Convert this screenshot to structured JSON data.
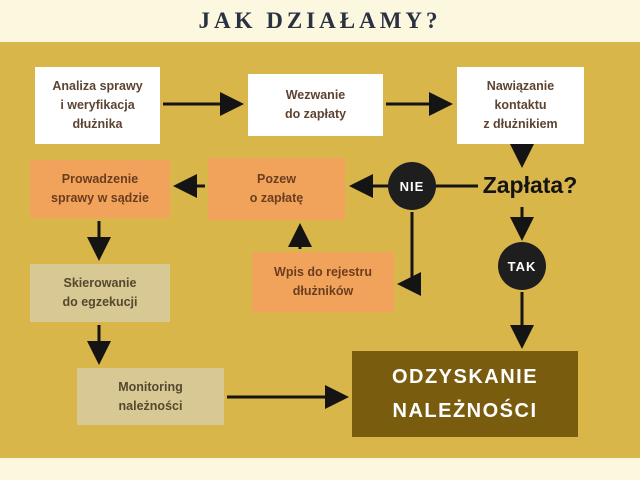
{
  "title": "JAK DZIAŁAMY?",
  "nodes": {
    "analiza": "Analiza sprawy\ni weryfikacja\ndłużnika",
    "wezwanie": "Wezwanie\ndo zapłaty",
    "nawiazanie": "Nawiązanie\nkontaktu\nz dłużnikiem",
    "zaplata": "Zapłata?",
    "nie": "NIE",
    "tak": "TAK",
    "pozew": "Pozew\no zapłatę",
    "prowadzenie": "Prowadzenie\nsprawy w sądzie",
    "wpis": "Wpis do rejestru\ndłużników",
    "skierowanie": "Skierowanie\ndo egzekucji",
    "monitoring": "Monitoring\nnależności",
    "odzyskanie": "ODZYSKANIE\nNALEŻNOŚCI"
  },
  "colors": {
    "background": "#d9b64a",
    "banner": "#fcf7df",
    "title_text": "#2a3142",
    "white_box": "#ffffff",
    "orange_box": "#f2a35b",
    "tan_box": "#d8c893",
    "dark_box": "#7a5c0f",
    "decision_circle": "#1e1e1e",
    "arrow": "#141414"
  }
}
